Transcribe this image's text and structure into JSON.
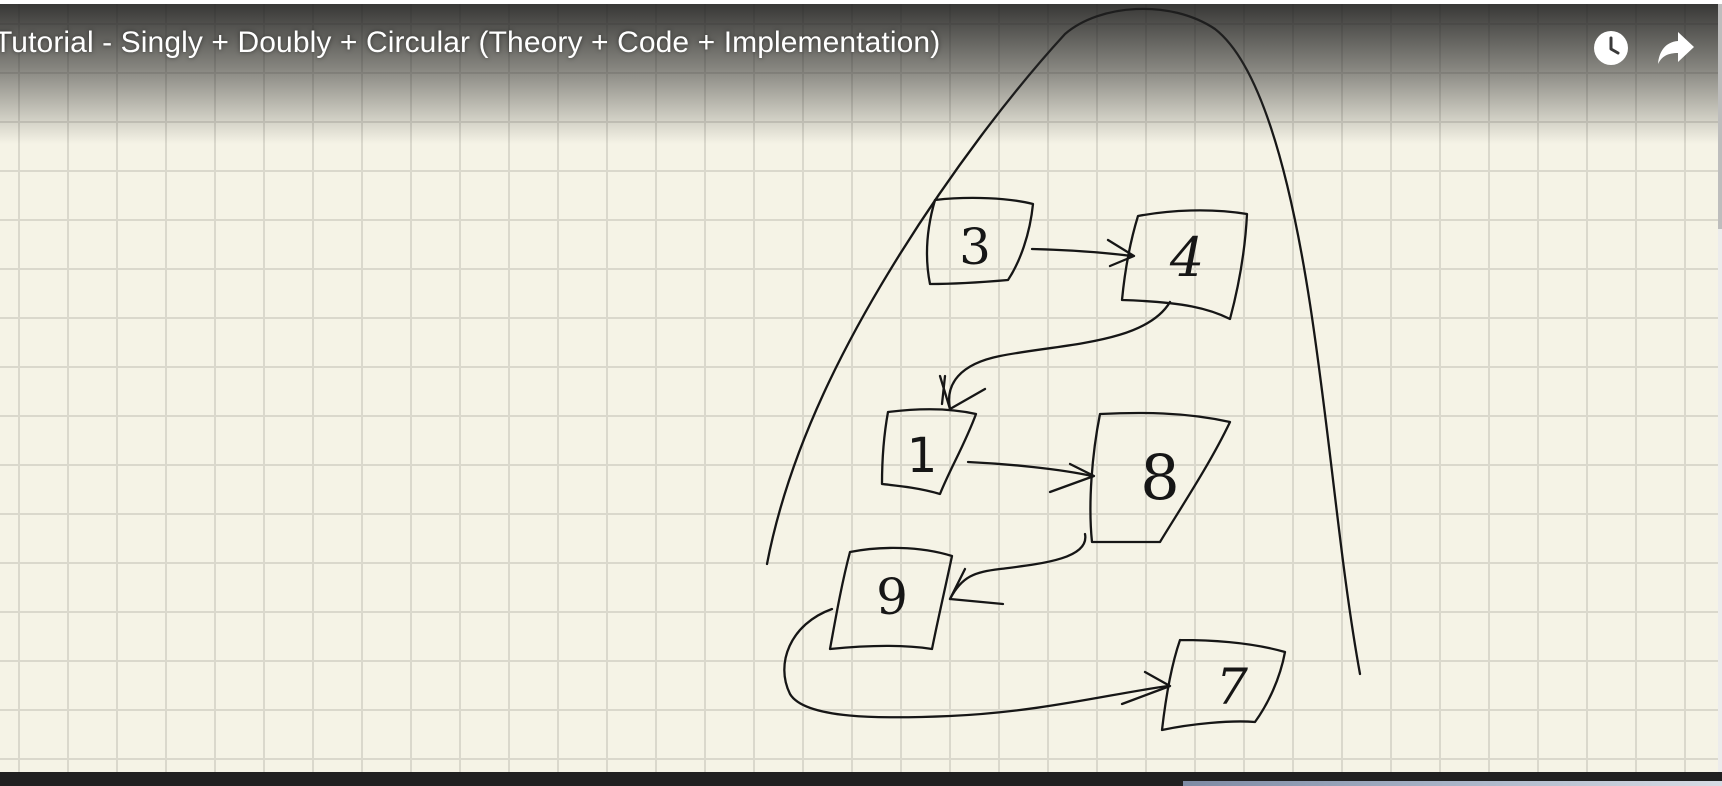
{
  "video": {
    "title": "Tutorial - Singly + Doubly + Circular (Theory + Code + Implementation)"
  },
  "controls": {
    "watch_later_icon": "clock-icon",
    "share_icon": "share-arrow-icon"
  },
  "drawing": {
    "nodes": [
      "3",
      "4",
      "1",
      "8",
      "9",
      "7"
    ]
  },
  "colors": {
    "paper": "#f5f3e6",
    "grid": "#dad8cc",
    "ink": "#161616",
    "bottom_bar": "#202020"
  }
}
